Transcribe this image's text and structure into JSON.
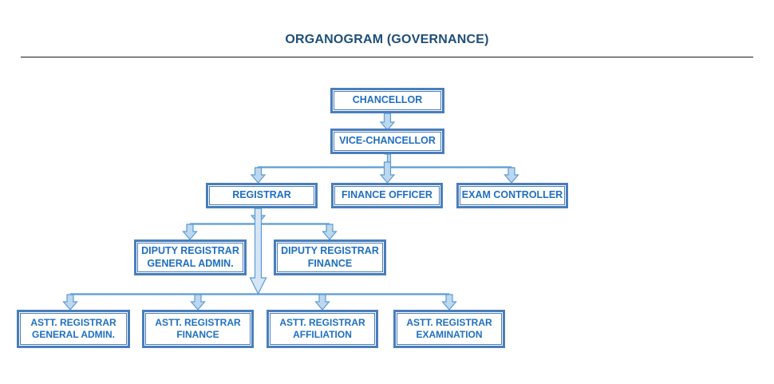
{
  "page": {
    "title": "ORGANOGRAM (GOVERNANCE)"
  },
  "chart_data": {
    "type": "diagram",
    "diagram_type": "organizational-chart",
    "title": "ORGANOGRAM (GOVERNANCE)",
    "accent_color": "#4A7EBB",
    "text_color": "#1F6FC0",
    "arrow_fill": "#BDD7EE",
    "arrow_stroke": "#5B9BD5",
    "levels": [
      [
        "CHANCELLOR"
      ],
      [
        "VICE-CHANCELLOR"
      ],
      [
        "REGISTRAR",
        "FINANCE OFFICER",
        "EXAM CONTROLLER"
      ],
      [
        "DIPUTY REGISTRAR GENERAL ADMIN.",
        "DIPUTY REGISTRAR FINANCE"
      ],
      [
        "ASTT. REGISTRAR GENERAL ADMIN.",
        "ASTT. REGISTRAR FINANCE",
        "ASTT. REGISTRAR AFFILIATION",
        "ASTT. REGISTRAR EXAMINATION"
      ]
    ],
    "edges": [
      {
        "from": "CHANCELLOR",
        "to": "VICE-CHANCELLOR"
      },
      {
        "from": "VICE-CHANCELLOR",
        "to": "REGISTRAR"
      },
      {
        "from": "VICE-CHANCELLOR",
        "to": "FINANCE OFFICER"
      },
      {
        "from": "VICE-CHANCELLOR",
        "to": "EXAM CONTROLLER"
      },
      {
        "from": "REGISTRAR",
        "to": "DIPUTY REGISTRAR GENERAL ADMIN."
      },
      {
        "from": "REGISTRAR",
        "to": "DIPUTY REGISTRAR FINANCE"
      },
      {
        "from": "REGISTRAR",
        "to": "ASTT. REGISTRAR GENERAL ADMIN."
      },
      {
        "from": "REGISTRAR",
        "to": "ASTT. REGISTRAR FINANCE"
      },
      {
        "from": "REGISTRAR",
        "to": "ASTT. REGISTRAR AFFILIATION"
      },
      {
        "from": "REGISTRAR",
        "to": "ASTT. REGISTRAR EXAMINATION"
      }
    ]
  },
  "nodes": {
    "chancellor": {
      "line1": "CHANCELLOR"
    },
    "vice_chancellor": {
      "line1": "VICE-CHANCELLOR"
    },
    "registrar": {
      "line1": "REGISTRAR"
    },
    "finance_officer": {
      "line1": "FINANCE OFFICER"
    },
    "exam_controller": {
      "line1": "EXAM CONTROLLER"
    },
    "deputy_registrar_general_admin": {
      "line1": "DIPUTY REGISTRAR",
      "line2": "GENERAL ADMIN."
    },
    "deputy_registrar_finance": {
      "line1": "DIPUTY REGISTRAR",
      "line2": "FINANCE"
    },
    "asst_registrar_general_admin": {
      "line1": "ASTT. REGISTRAR",
      "line2": "GENERAL ADMIN."
    },
    "asst_registrar_finance": {
      "line1": "ASTT. REGISTRAR",
      "line2": "FINANCE"
    },
    "asst_registrar_affiliation": {
      "line1": "ASTT. REGISTRAR",
      "line2": "AFFILIATION"
    },
    "asst_registrar_examination": {
      "line1": "ASTT. REGISTRAR",
      "line2": "EXAMINATION"
    }
  }
}
